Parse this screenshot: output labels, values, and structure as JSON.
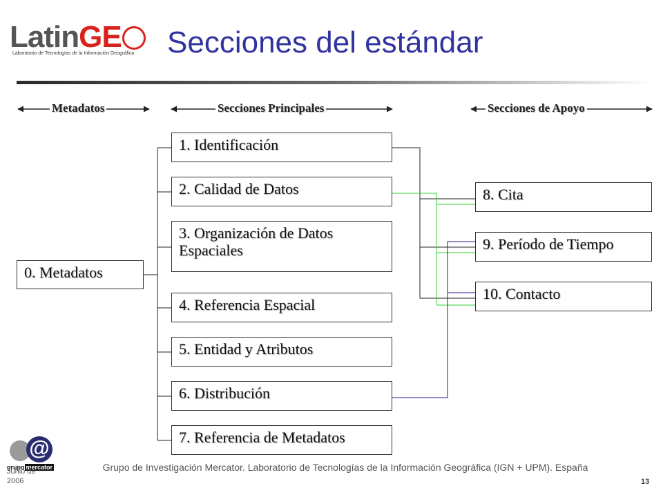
{
  "logo": {
    "main": "Latin",
    "accent": "GE",
    "subtitle": "Laboratorio de Tecnologías de la Información Geográfica"
  },
  "title": "Secciones del estándar",
  "headers": {
    "metadatos": "Metadatos",
    "principales": "Secciones Principales",
    "apoyo": "Secciones de Apoyo"
  },
  "sections": {
    "s0": "0. Metadatos",
    "s1": "1. Identificación",
    "s2": "2. Calidad de Datos",
    "s3": "3. Organización de Datos Espaciales",
    "s4": "4. Referencia Espacial",
    "s5": "5. Entidad y Atributos",
    "s6": "6. Distribución",
    "s7": "7. Referencia de Metadatos",
    "s8": "8. Cita",
    "s9": "9. Período de Tiempo",
    "s10": "10. Contacto"
  },
  "colors": {
    "title": "#3333a0",
    "link_black": "#222222",
    "link_green": "#33cc33",
    "link_blue": "#1a1a8c"
  },
  "footer": {
    "brand_pre": "grupo",
    "brand_post": "mercator",
    "date": "Junio de 2006",
    "text": "Grupo de Investigación Mercator. Laboratorio de Tecnologías de la Información Geográfica (IGN + UPM). España",
    "page": "13"
  }
}
